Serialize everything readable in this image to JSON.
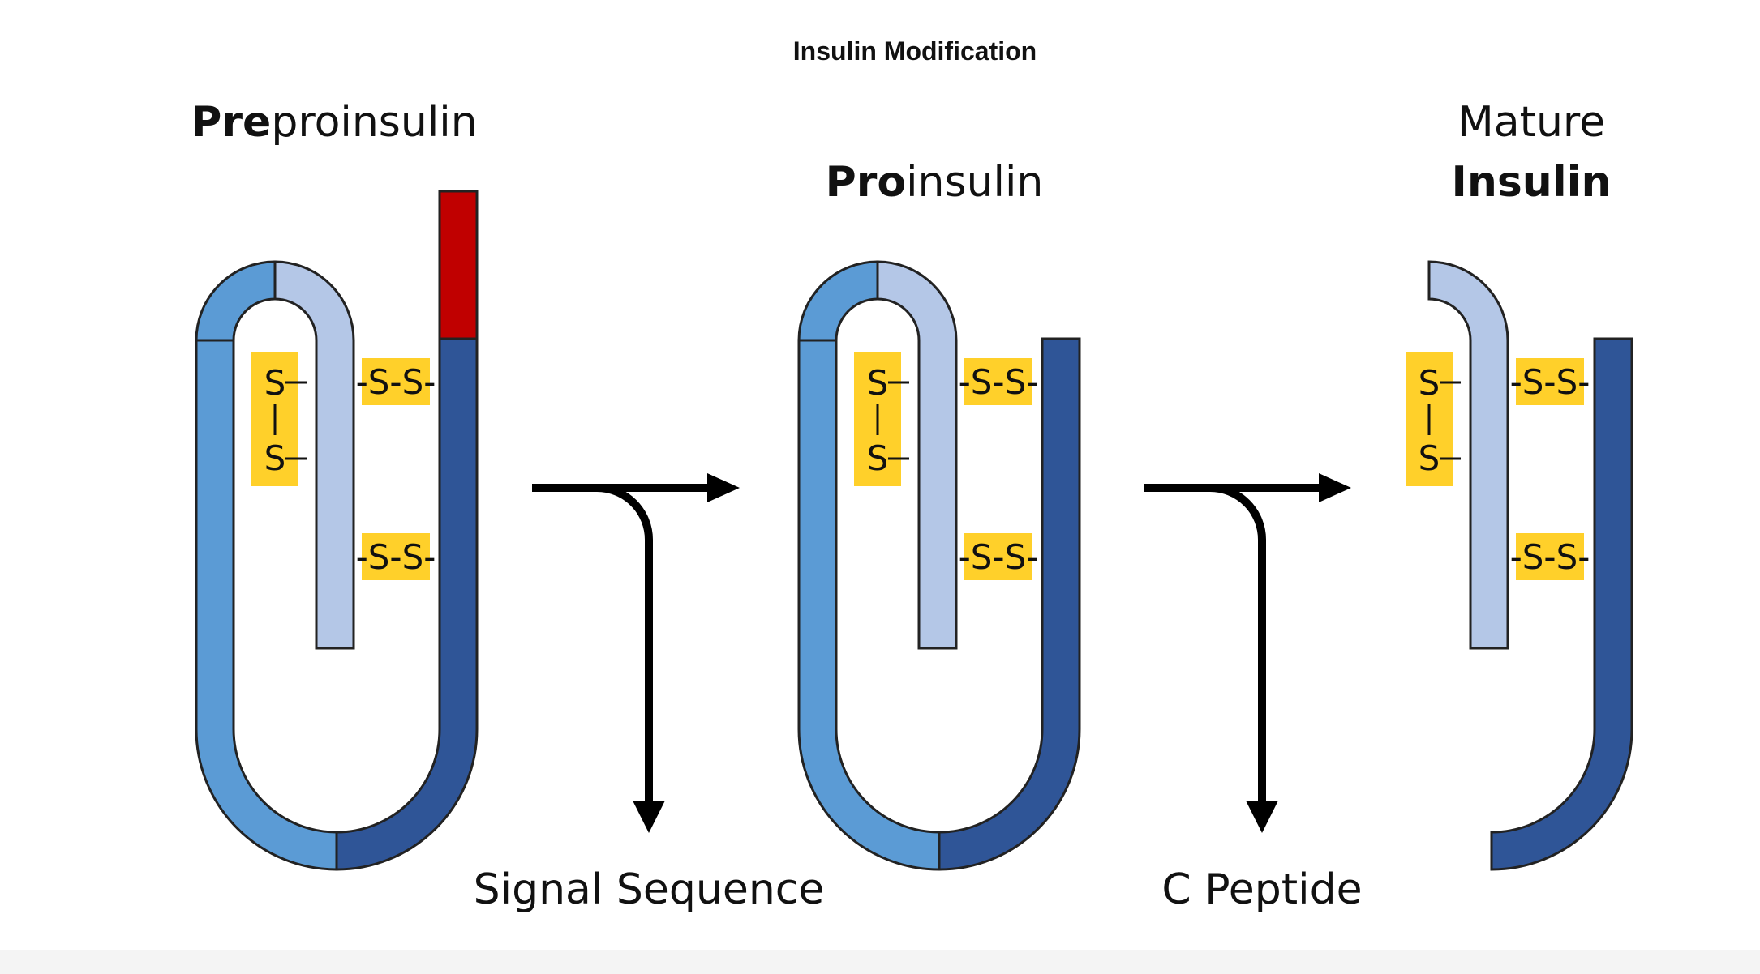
{
  "title": "Insulin Modification",
  "stages": {
    "preproinsulin": {
      "bold": "Pre",
      "regular": "proinsulin"
    },
    "proinsulin": {
      "bold": "Pro",
      "regular": "insulin"
    },
    "mature": {
      "line1": "Mature",
      "line2": "Insulin"
    }
  },
  "bonds": {
    "pair": "-S-S-",
    "s": "S"
  },
  "byproducts": {
    "signal": {
      "label": "Signal Sequence",
      "color": "#B8151B"
    },
    "cpeptide": {
      "label": "C Peptide",
      "color": "#3F7FBF"
    }
  },
  "colors": {
    "b_chain": "#5B9BD5",
    "a_chain": "#B4C7E7",
    "c_peptide_chain": "#2F5597",
    "signal_chain": "#C00000",
    "bond_box": "#FFD02A",
    "outline": "#222222",
    "arrow": "#000000"
  }
}
